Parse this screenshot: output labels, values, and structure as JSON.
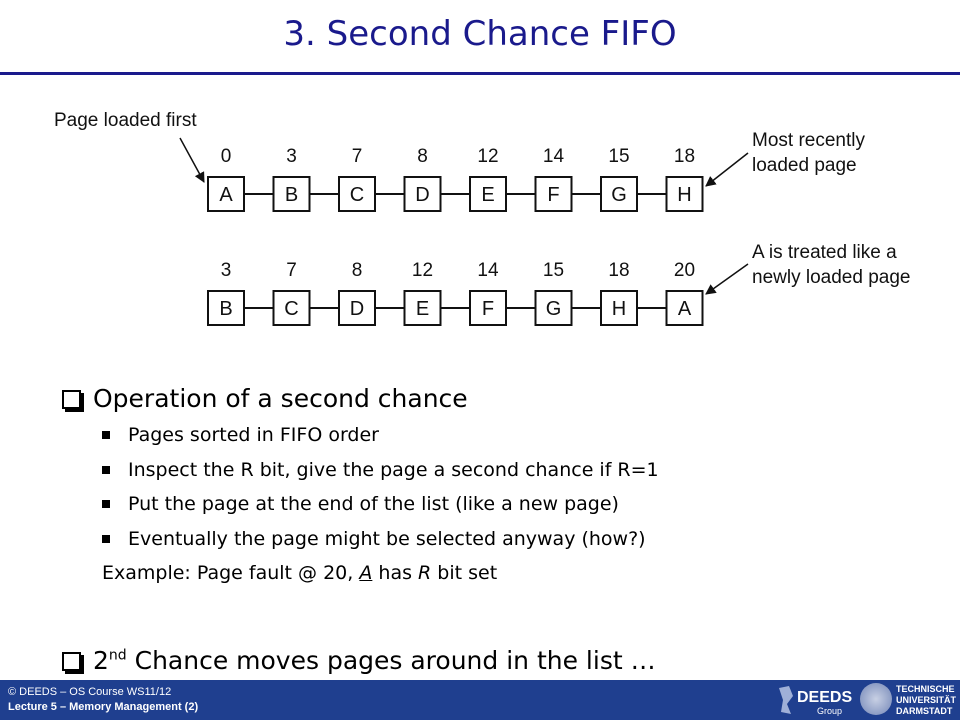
{
  "title": "3. Second Chance FIFO",
  "diagram": {
    "label_first": "Page loaded first",
    "label_recent_1": "Most recently",
    "label_recent_2": "loaded page",
    "label_treated_1": "A is treated like a",
    "label_treated_2": "newly loaded page",
    "row1": {
      "times": [
        "0",
        "3",
        "7",
        "8",
        "12",
        "14",
        "15",
        "18"
      ],
      "pages": [
        "A",
        "B",
        "C",
        "D",
        "E",
        "F",
        "G",
        "H"
      ]
    },
    "row2": {
      "times": [
        "3",
        "7",
        "8",
        "12",
        "14",
        "15",
        "18",
        "20"
      ],
      "pages": [
        "B",
        "C",
        "D",
        "E",
        "F",
        "G",
        "H",
        "A"
      ]
    }
  },
  "bullets": {
    "main1": "Operation of a second chance",
    "sub": [
      "Pages sorted in FIFO order",
      "Inspect the R bit, give the page a second chance if R=1",
      "Put the page at the end of the list (like a new page)",
      "Eventually the page might be selected anyway (how?)"
    ],
    "example_prefix": "Example: Page fault @ 20, ",
    "example_A": "A",
    "example_mid": " has ",
    "example_R": "R",
    "example_suffix": " bit set",
    "main2_pre": "2",
    "main2_sup": "nd",
    "main2_post": " Chance moves pages around in the list …"
  },
  "footer": {
    "line1": "© DEEDS – OS Course WS11/12",
    "line2": "Lecture 5 – Memory Management (2)",
    "deeds_logo": "DEEDS",
    "deeds_group": "Group",
    "tu_1": "TECHNISCHE",
    "tu_2": "UNIVERSITÄT",
    "tu_3": "DARMSTADT"
  },
  "colors": {
    "title": "#1a1a8c",
    "footer_bg": "#1f3f8f"
  }
}
